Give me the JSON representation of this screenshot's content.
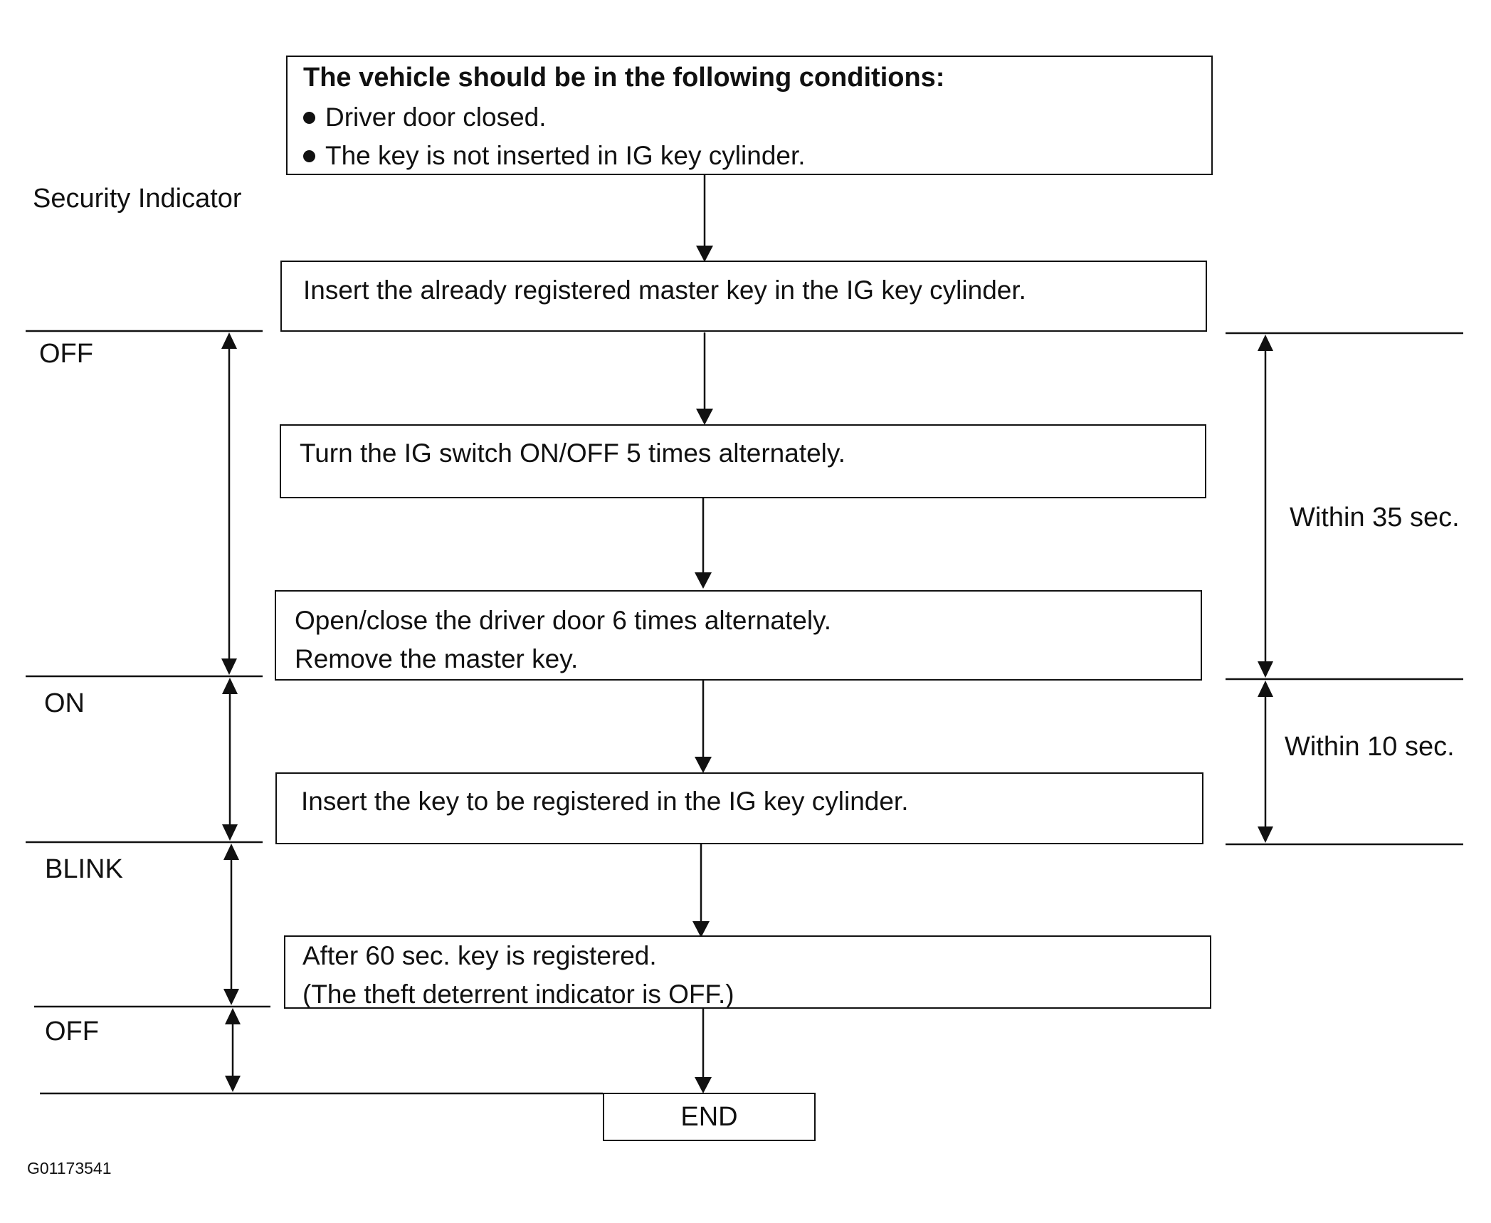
{
  "conditions": {
    "title": "The vehicle should be in the following conditions:",
    "items": [
      "Driver door closed.",
      "The key is not inserted in IG key cylinder."
    ]
  },
  "indicator_heading": "Security Indicator",
  "states": [
    "OFF",
    "ON",
    "BLINK",
    "OFF"
  ],
  "steps": [
    {
      "lines": [
        "Insert the already registered master key in the IG key cylinder."
      ]
    },
    {
      "lines": [
        "Turn the IG switch ON/OFF 5 times alternately."
      ]
    },
    {
      "lines": [
        "Open/close the driver door 6 times alternately.",
        "Remove the master key."
      ]
    },
    {
      "lines": [
        "Insert the key to be registered in the IG key cylinder."
      ]
    },
    {
      "lines": [
        "After 60 sec. key is registered.",
        "(The theft deterrent indicator is OFF.)"
      ]
    }
  ],
  "end_label": "END",
  "timing": {
    "first": "Within 35 sec.",
    "second": "Within 10 sec."
  },
  "figure_code": "G01173541"
}
